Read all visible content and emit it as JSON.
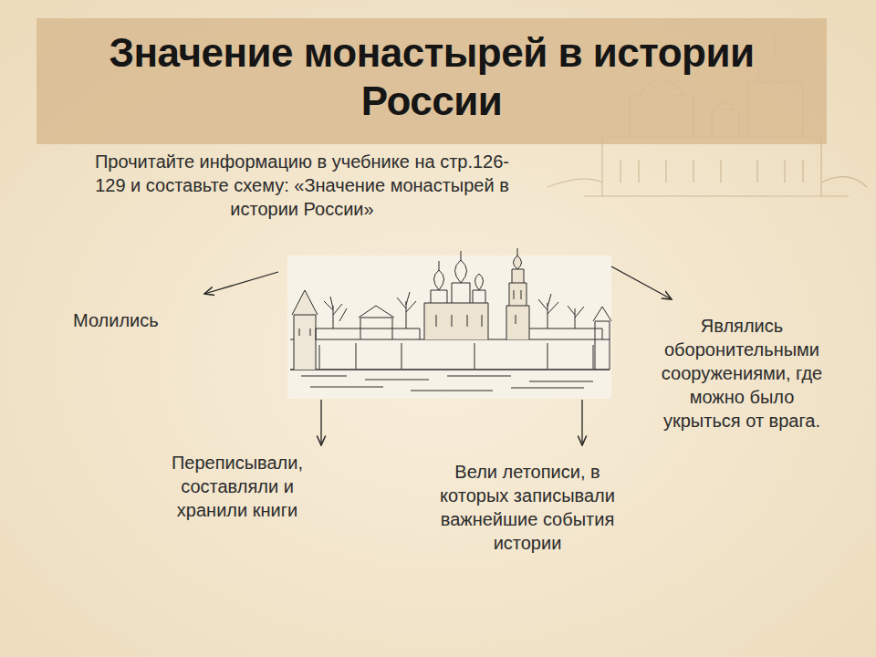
{
  "diagram": {
    "title": "Значение монастырей в истории России",
    "labels": [
      "Прочитайте информацию в учебнике на стр.126-129 и составьте схему: «Значение монастырей в истории России»",
      "Молились",
      "Переписывали, составляли и хранили книги",
      "Вели летописи, в которых записывали важнейшие события истории",
      "Являлись оборонительными сооружениями, где можно было укрыться от врага."
    ]
  }
}
